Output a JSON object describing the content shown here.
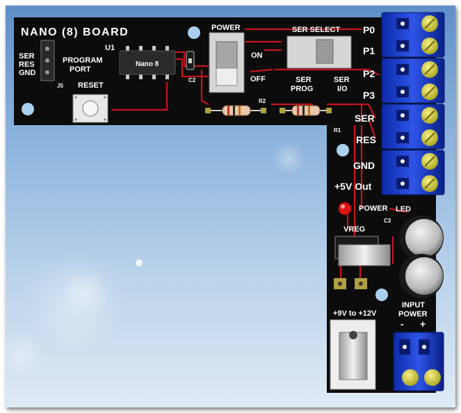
{
  "board": {
    "title": "NANO (8) BOARD"
  },
  "program_port": {
    "pins": [
      "SER",
      "RES",
      "GND"
    ],
    "label_line1": "PROGRAM",
    "label_line2": "PORT",
    "ref": "J5"
  },
  "chip": {
    "ref": "U1",
    "label": "Nano 8"
  },
  "reset": {
    "label": "RESET"
  },
  "capacitors": {
    "c2": "C2",
    "c3": "C3"
  },
  "power_switch": {
    "label": "POWER",
    "on": "ON",
    "off": "OFF"
  },
  "resistors": {
    "r1": "R1",
    "r2": "R2"
  },
  "ser_select": {
    "label": "SER SELECT",
    "left_line1": "SER",
    "left_line2": "PROG",
    "right_line1": "SER",
    "right_line2": "I/O"
  },
  "terminals": {
    "p0": "P0",
    "p1": "P1",
    "p2": "P2",
    "p3": "P3",
    "ser": "SER",
    "res": "RES",
    "gnd": "GND",
    "out5v": "+5V Out"
  },
  "led": {
    "label": "POWER",
    "label2": "LED"
  },
  "vreg": {
    "label": "VREG"
  },
  "input": {
    "range": "+9V to +12V",
    "label_line1": "INPUT",
    "label_line2": "POWER",
    "minus": "-",
    "plus": "+"
  },
  "colors": {
    "board": "#0c0c0c",
    "trace": "#c8141c",
    "terminal": "#1537c4",
    "screw": "#d4cf2e"
  }
}
